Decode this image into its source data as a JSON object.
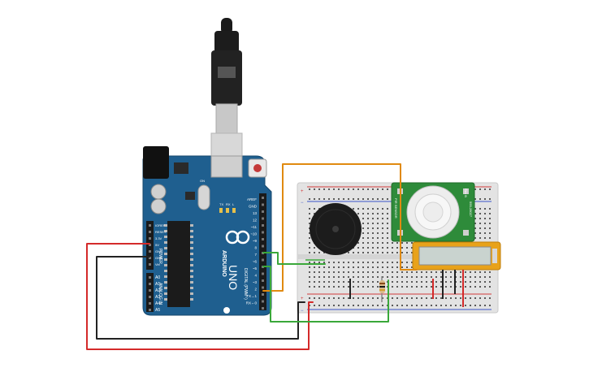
{
  "arduino": {
    "brand": "ARDUINO",
    "model": "UNO",
    "digital_header_label": "DIGITAL (PWM~)",
    "power_header_label": "POWER",
    "analog_header_label": "ANALOG IN",
    "pins_top": [
      "AREF",
      "GND",
      "13",
      "12",
      "~11",
      "~10",
      "~9",
      "8",
      "7",
      "~6",
      "~5",
      "4",
      "~3",
      "2",
      "TX→1",
      "RX←0"
    ],
    "pins_power": [
      "IOREF",
      "RESET",
      "3.3V",
      "5V",
      "GND",
      "GND",
      "Vin"
    ],
    "pins_analog": [
      "A0",
      "A1",
      "A2",
      "A3",
      "A4",
      "A5"
    ],
    "led_labels": [
      "TX",
      "RX",
      "L"
    ],
    "on_label": "ON"
  },
  "pir_sensor": {
    "label_left": "PIR SENSOR",
    "label_right": "555-28027",
    "label_small": "Rev B"
  },
  "colors": {
    "board": "#1f5f8f",
    "board_dark": "#17486d",
    "pir_board": "#2e8b3a",
    "wire_orange": "#e08a10",
    "wire_red": "#d42a2a",
    "wire_black": "#222222",
    "wire_green": "#3aa83a",
    "breadboard": "#e6e6e6",
    "lcd_frame": "#e8a21a",
    "lcd_screen": "#c9d3cf",
    "rail_red": "#d23b3b",
    "rail_blue": "#3b56c8"
  },
  "components": [
    "arduino-uno",
    "usb-cable",
    "breadboard",
    "piezo-buzzer",
    "pir-sensor",
    "resistor",
    "lcd-display"
  ]
}
